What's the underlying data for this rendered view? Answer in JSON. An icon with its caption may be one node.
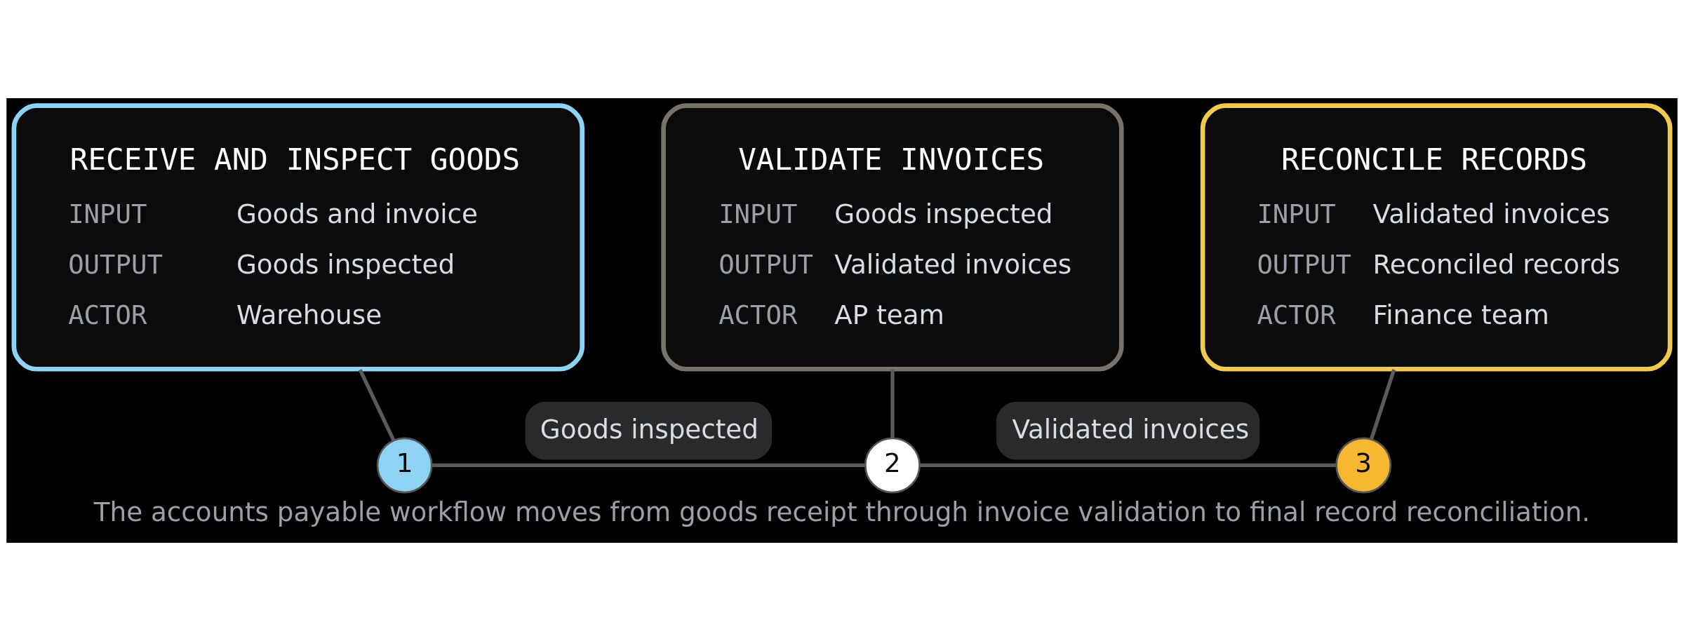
{
  "diagram": {
    "caption": "The accounts payable workflow moves from goods receipt through invoice validation to final record reconciliation.",
    "nodes": [
      {
        "text": [
          "RECEIVE AND INSPECT GOODS",
          "INPUT",
          "Goods and invoice",
          "OUTPUT",
          "Goods inspected",
          "ACTOR",
          "Warehouse"
        ]
      },
      {
        "text": [
          "VALIDATE INVOICES",
          "INPUT",
          "Goods inspected",
          "OUTPUT",
          "Validated invoices",
          "ACTOR",
          "AP team"
        ]
      },
      {
        "text": [
          "RECONCILE RECORDS",
          "INPUT",
          "Validated invoices",
          "OUTPUT",
          "Reconciled records",
          "ACTOR",
          "Finance team"
        ]
      },
      {
        "text": [
          "1"
        ]
      },
      {
        "text": [
          "2"
        ]
      },
      {
        "text": [
          "3"
        ]
      }
    ],
    "edges": [
      {
        "from": 0,
        "to": 3,
        "arrow": "none"
      },
      {
        "from": 1,
        "to": 4,
        "arrow": "none"
      },
      {
        "from": 2,
        "to": 5,
        "arrow": "none"
      },
      {
        "from": 3,
        "to": 4,
        "arrow": "none",
        "label": "Goods inspected"
      },
      {
        "from": 4,
        "to": 5,
        "arrow": "none",
        "label": "Validated invoices"
      }
    ]
  }
}
